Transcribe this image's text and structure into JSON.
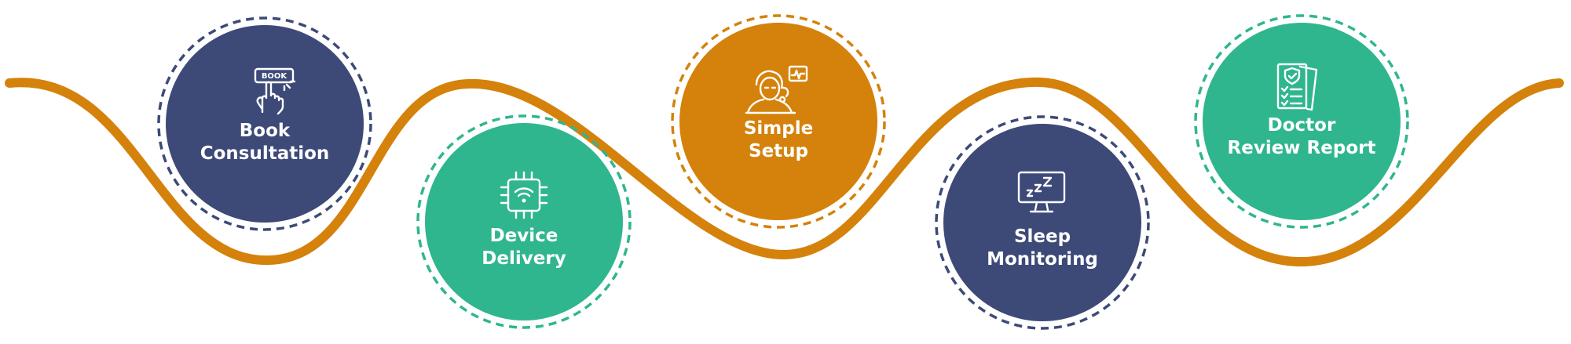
{
  "colors": {
    "wave": "#D4820B",
    "navy": "#3D4A78",
    "green": "#2FB68E",
    "orange": "#D4820B",
    "background": "#FFFFFF"
  },
  "steps": [
    {
      "lines": [
        "Book",
        "Consultation"
      ],
      "color": "navy",
      "icon": "book-button-hand-icon",
      "icon_text": "BOOK"
    },
    {
      "lines": [
        "Device",
        "Delivery"
      ],
      "color": "green",
      "icon": "wifi-chip-icon"
    },
    {
      "lines": [
        "Simple",
        "Setup"
      ],
      "color": "orange",
      "icon": "sleeping-patient-monitor-icon"
    },
    {
      "lines": [
        "Sleep",
        "Monitoring"
      ],
      "color": "navy",
      "icon": "monitor-zzz-icon"
    },
    {
      "lines": [
        "Doctor",
        "Review Report"
      ],
      "color": "green",
      "icon": "report-checklist-shield-icon"
    }
  ]
}
